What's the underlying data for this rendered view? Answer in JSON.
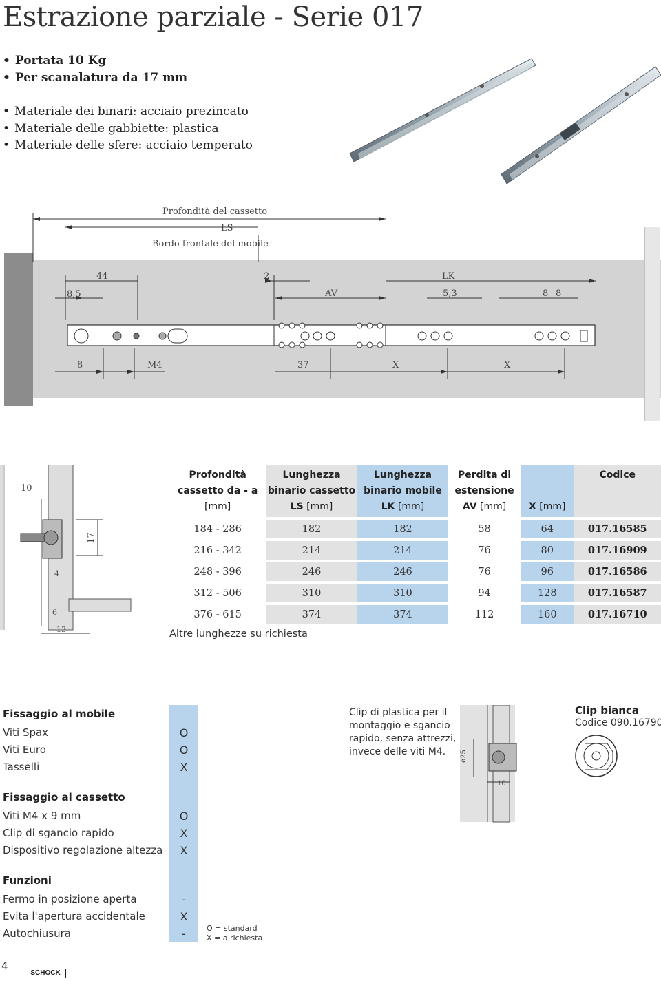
{
  "title": "Estrazione parziale - Serie 017",
  "features_bold": [
    "Portata 10 Kg",
    "Per scanalatura da 17 mm"
  ],
  "features": [
    "Materiale dei binari: acciaio prezincato",
    "Materiale delle gabbiette: plastica",
    "Materiale delle sfere: acciaio temperato"
  ],
  "drawing": {
    "depth_label": "Profondità del cassetto",
    "ls": "LS",
    "front_edge": "Bordo frontale del mobile",
    "d44": "44",
    "d2": "2",
    "lk": "LK",
    "d85": "8,5",
    "av": "AV",
    "d53": "5,3",
    "d8a": "8",
    "d8b": "8",
    "b8": "8",
    "m4": "M4",
    "d37": "37",
    "x1": "X",
    "x2": "X"
  },
  "section": {
    "d10": "10",
    "d17": "17",
    "d4": "4",
    "d6": "6",
    "d13": "13"
  },
  "table": {
    "headers": [
      {
        "l1": "Profondità",
        "l2": "cassetto da - a",
        "l3b": "",
        "l3n": "[mm]"
      },
      {
        "l1": "Lunghezza",
        "l2": "binario cassetto",
        "l3b": "LS",
        "l3n": " [mm]"
      },
      {
        "l1": "Lunghezza",
        "l2": "binario mobile",
        "l3b": "LK",
        "l3n": " [mm]"
      },
      {
        "l1": "Perdita di",
        "l2": "estensione",
        "l3b": "AV",
        "l3n": " [mm]"
      },
      {
        "l1": "",
        "l2": "",
        "l3b": "X",
        "l3n": " [mm]"
      },
      {
        "l1": "Codice",
        "l2": "",
        "l3b": "",
        "l3n": ""
      }
    ],
    "rows": [
      [
        "184 - 286",
        "182",
        "182",
        "58",
        "64",
        "017.16585"
      ],
      [
        "216 - 342",
        "214",
        "214",
        "76",
        "80",
        "017.16909"
      ],
      [
        "248 - 396",
        "246",
        "246",
        "76",
        "96",
        "017.16586"
      ],
      [
        "312 - 506",
        "310",
        "310",
        "94",
        "128",
        "017.16587"
      ],
      [
        "376 - 615",
        "374",
        "374",
        "112",
        "160",
        "017.16710"
      ]
    ],
    "note": "Altre lunghezze su richiesta"
  },
  "mount_cabinet": {
    "title": "Fissaggio al mobile",
    "items": [
      {
        "label": "Viti Spax",
        "mark": "O"
      },
      {
        "label": "Viti Euro",
        "mark": "O"
      },
      {
        "label": "Tasselli",
        "mark": "X"
      }
    ]
  },
  "mount_drawer": {
    "title": "Fissaggio al cassetto",
    "items": [
      {
        "label": "Viti M4 x 9 mm",
        "mark": "O"
      },
      {
        "label": "Clip di sgancio rapido",
        "mark": "X"
      },
      {
        "label": "Dispositivo regolazione altezza",
        "mark": "X"
      }
    ]
  },
  "functions": {
    "title": "Funzioni",
    "items": [
      {
        "label": "Fermo in posizione aperta",
        "mark": "-"
      },
      {
        "label": "Evita l'apertura accidentale",
        "mark": "X"
      },
      {
        "label": "Autochiusura",
        "mark": "-"
      }
    ]
  },
  "legend": {
    "o": "O = standard",
    "x": "X = a richiesta"
  },
  "clip_desc": [
    "Clip di plastica per il",
    "montaggio e sgancio",
    "rapido, senza attrezzi,",
    "invece delle viti M4."
  ],
  "clip_dims": {
    "d25": "ø25",
    "d10": "10"
  },
  "clip_title": "Clip bianca",
  "clip_code": "Codice 090.16790",
  "page_number": "4",
  "brand": "SCHOCK"
}
